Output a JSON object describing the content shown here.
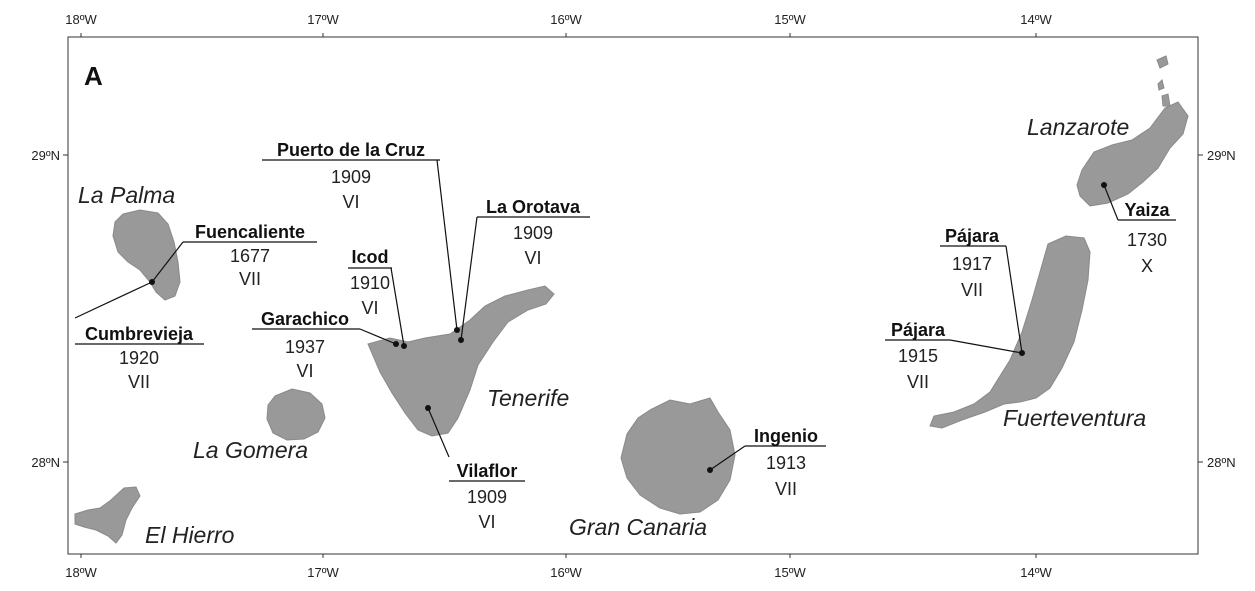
{
  "panel_label": "A",
  "axes": {
    "longitude_ticks": [
      "18ºW",
      "17ºW",
      "16ºW",
      "15ºW",
      "14ºW"
    ],
    "latitude_ticks": [
      "29ºN",
      "28ºN"
    ]
  },
  "islands": [
    {
      "key": "la_palma",
      "name": "La Palma"
    },
    {
      "key": "la_gomera",
      "name": "La Gomera"
    },
    {
      "key": "el_hierro",
      "name": "El Hierro"
    },
    {
      "key": "tenerife",
      "name": "Tenerife"
    },
    {
      "key": "gran_canaria",
      "name": "Gran Canaria"
    },
    {
      "key": "lanzarote",
      "name": "Lanzarote"
    },
    {
      "key": "fuerteventura",
      "name": "Fuerteventura"
    }
  ],
  "earthquakes": [
    {
      "key": "fuencaliente",
      "place": "Fuencaliente",
      "year": "1677",
      "intensity": "VII"
    },
    {
      "key": "cumbrevieja",
      "place": "Cumbrevieja",
      "year": "1920",
      "intensity": "VII"
    },
    {
      "key": "puerto_de_la_cruz",
      "place": "Puerto de la Cruz",
      "year": "1909",
      "intensity": "VI"
    },
    {
      "key": "la_orotava",
      "place": "La Orotava",
      "year": "1909",
      "intensity": "VI"
    },
    {
      "key": "icod",
      "place": "Icod",
      "year": "1910",
      "intensity": "VI"
    },
    {
      "key": "garachico",
      "place": "Garachico",
      "year": "1937",
      "intensity": "VI"
    },
    {
      "key": "vilaflor",
      "place": "Vilaflor",
      "year": "1909",
      "intensity": "VI"
    },
    {
      "key": "ingenio",
      "place": "Ingenio",
      "year": "1913",
      "intensity": "VII"
    },
    {
      "key": "pajara_1917",
      "place": "Pájara",
      "year": "1917",
      "intensity": "VII"
    },
    {
      "key": "pajara_1915",
      "place": "Pájara",
      "year": "1915",
      "intensity": "VII"
    },
    {
      "key": "yaiza",
      "place": "Yaiza",
      "year": "1730",
      "intensity": "X"
    }
  ]
}
